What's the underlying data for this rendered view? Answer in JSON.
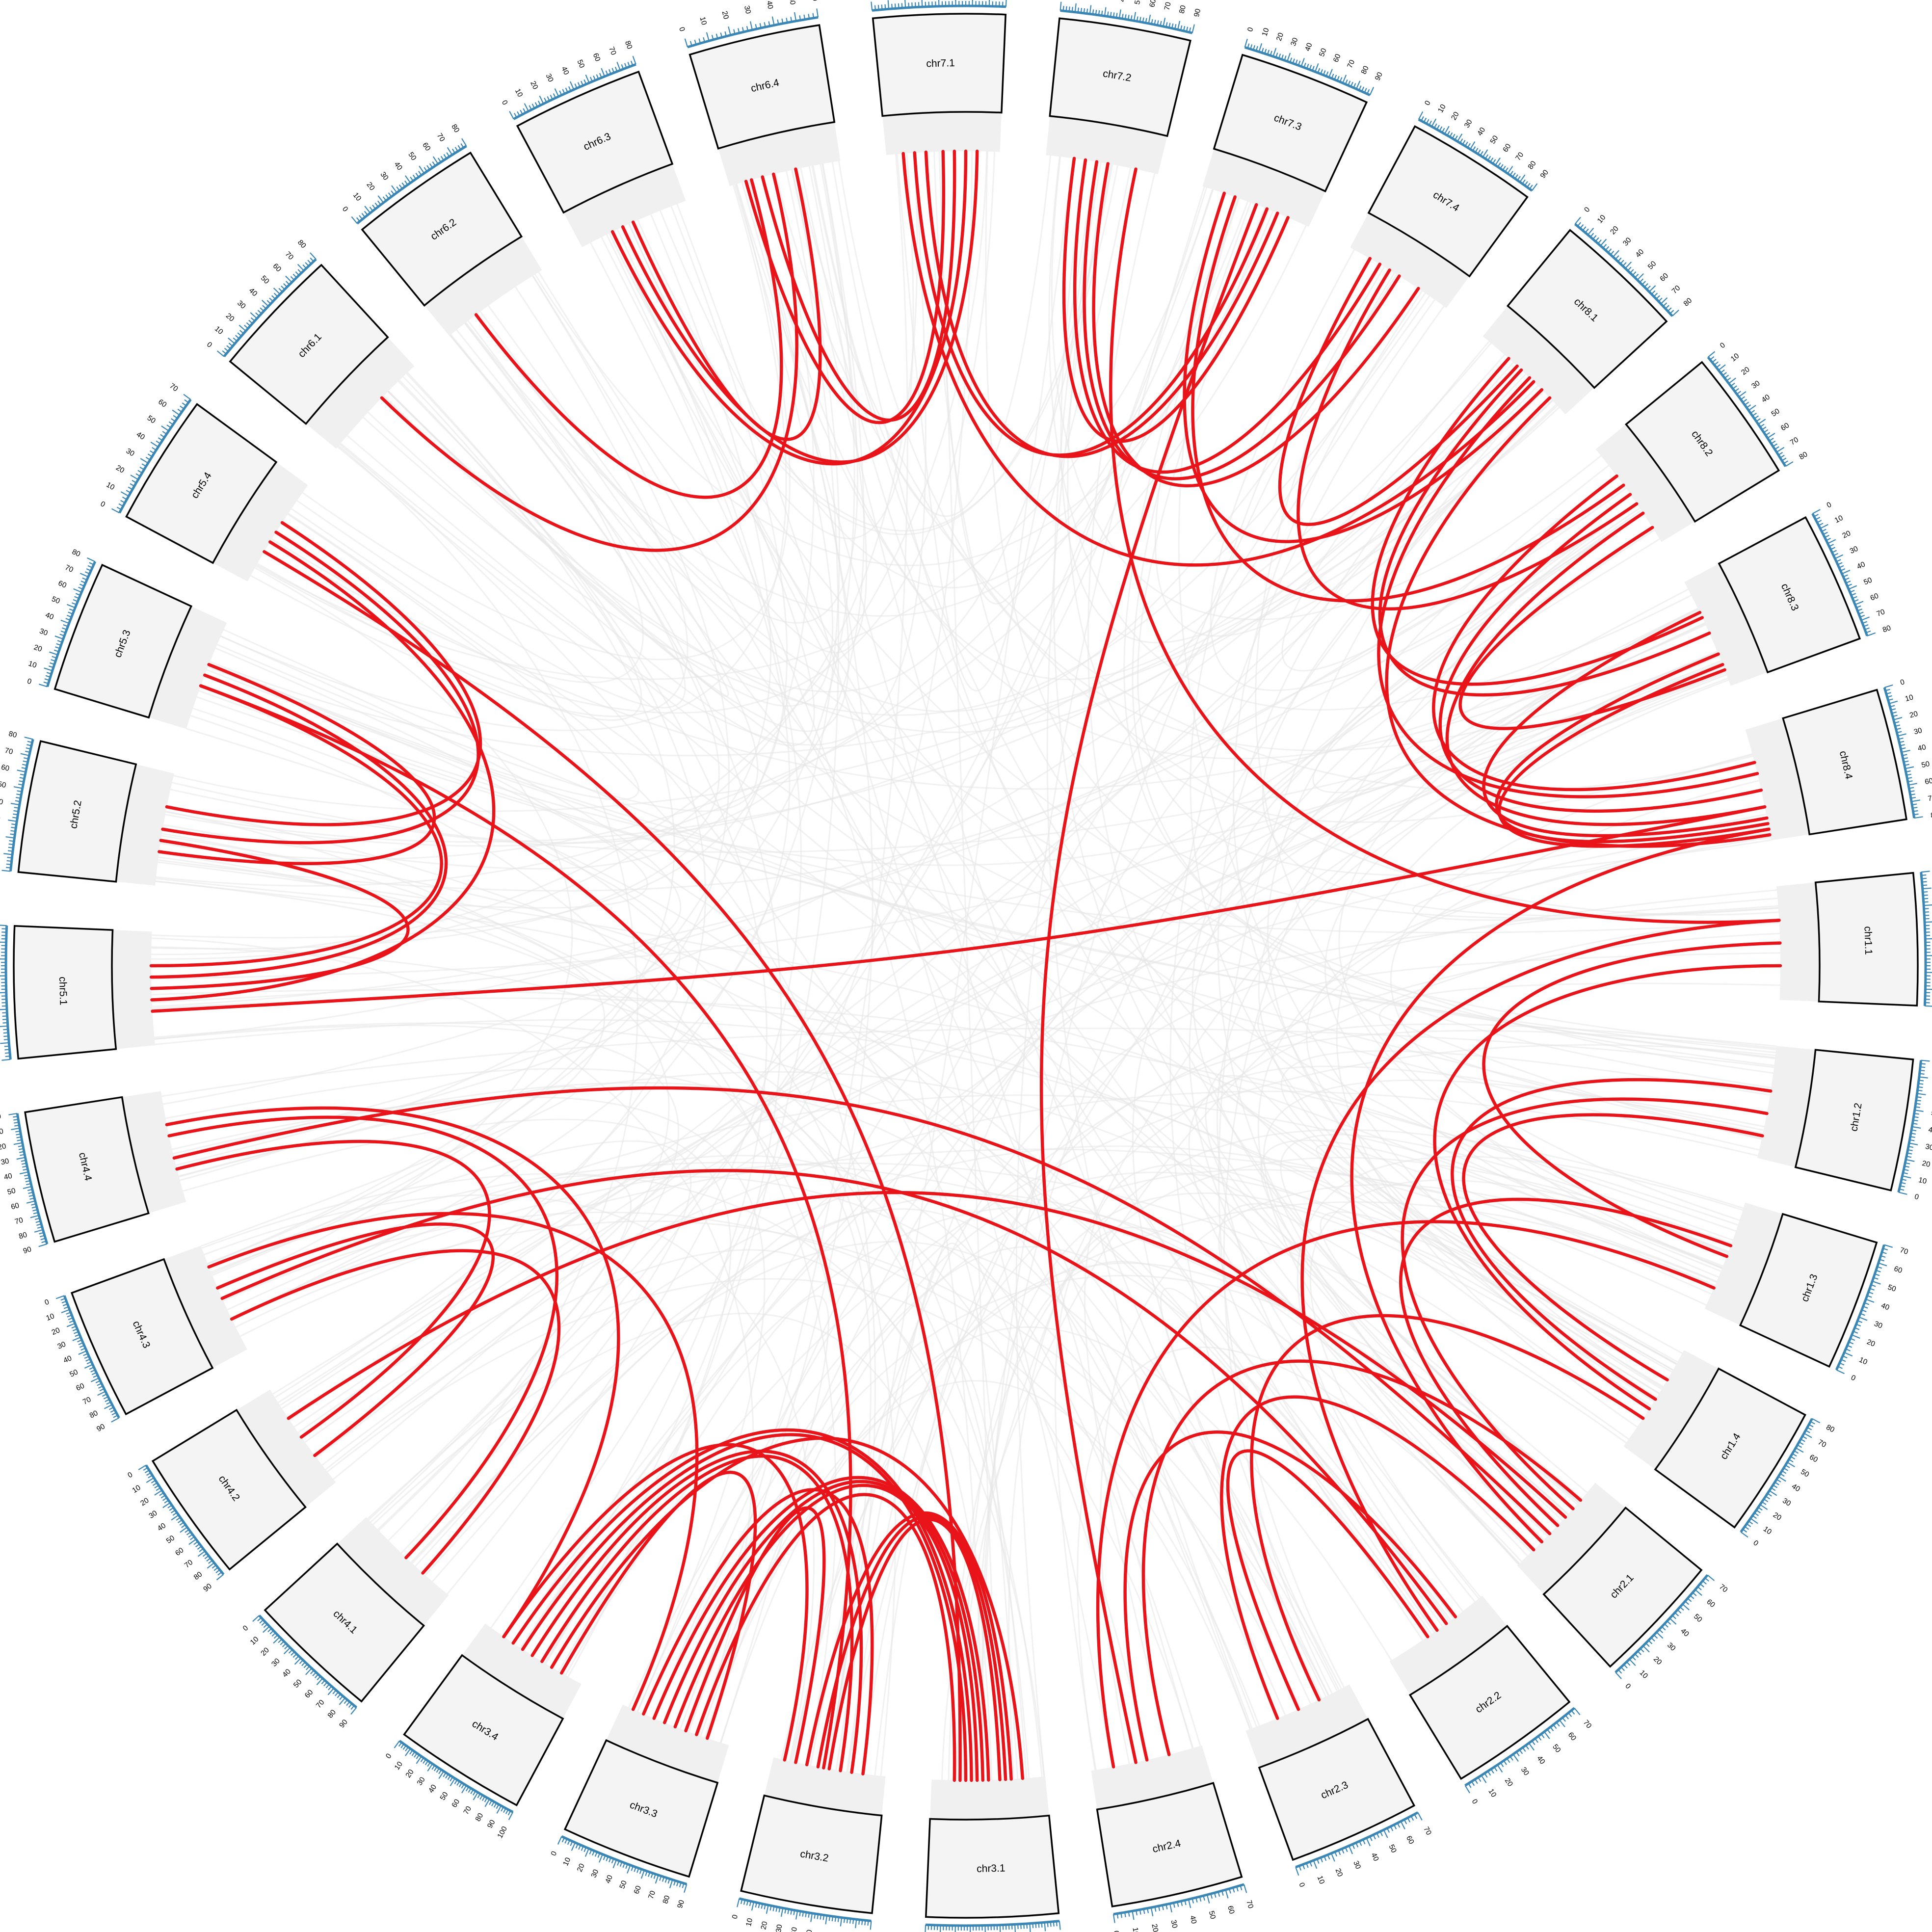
{
  "diagram": {
    "type": "circos",
    "colors": {
      "highlight_link": "#e8141a",
      "background_link": "#e6e6e6",
      "ideogram_fill": "#f4f4f4",
      "ideogram_border": "#000000",
      "axis": "#3a86b5",
      "band": "#f0f0f0"
    },
    "chromosomes": [
      {
        "name": "chr1.1",
        "length": 80
      },
      {
        "name": "chr1.2",
        "length": 80
      },
      {
        "name": "chr1.3",
        "length": 70
      },
      {
        "name": "chr1.4",
        "length": 80
      },
      {
        "name": "chr2.1",
        "length": 70
      },
      {
        "name": "chr2.2",
        "length": 70
      },
      {
        "name": "chr2.3",
        "length": 70
      },
      {
        "name": "chr2.4",
        "length": 70
      },
      {
        "name": "chr3.1",
        "length": 90
      },
      {
        "name": "chr3.2",
        "length": 90
      },
      {
        "name": "chr3.3",
        "length": 90
      },
      {
        "name": "chr3.4",
        "length": 100
      },
      {
        "name": "chr4.1",
        "length": 90
      },
      {
        "name": "chr4.2",
        "length": 90
      },
      {
        "name": "chr4.3",
        "length": 90
      },
      {
        "name": "chr4.4",
        "length": 90
      },
      {
        "name": "chr5.1",
        "length": 80
      },
      {
        "name": "chr5.2",
        "length": 80
      },
      {
        "name": "chr5.3",
        "length": 80
      },
      {
        "name": "chr5.4",
        "length": 70
      },
      {
        "name": "chr6.1",
        "length": 80
      },
      {
        "name": "chr6.2",
        "length": 80
      },
      {
        "name": "chr6.3",
        "length": 80
      },
      {
        "name": "chr6.4",
        "length": 60
      },
      {
        "name": "chr7.1",
        "length": 80
      },
      {
        "name": "chr7.2",
        "length": 90
      },
      {
        "name": "chr7.3",
        "length": 90
      },
      {
        "name": "chr7.4",
        "length": 90
      },
      {
        "name": "chr8.1",
        "length": 80
      },
      {
        "name": "chr8.2",
        "length": 80
      },
      {
        "name": "chr8.3",
        "length": 80
      },
      {
        "name": "chr8.4",
        "length": 80
      }
    ],
    "highlight_links": [
      [
        "chr6.4",
        0.15,
        "chr7.1",
        0.5
      ],
      [
        "chr6.4",
        0.3,
        "chr7.1",
        0.6
      ],
      [
        "chr6.3",
        0.3,
        "chr7.1",
        0.7
      ],
      [
        "chr6.3",
        0.4,
        "chr7.1",
        0.8
      ],
      [
        "chr6.2",
        0.3,
        "chr6.4",
        0.2
      ],
      [
        "chr6.1",
        0.6,
        "chr6.4",
        0.4
      ],
      [
        "chr6.3",
        0.5,
        "chr6.4",
        0.6
      ],
      [
        "chr7.1",
        0.25,
        "chr7.3",
        0.6
      ],
      [
        "chr7.1",
        0.35,
        "chr7.3",
        0.7
      ],
      [
        "chr7.2",
        0.25,
        "chr7.3",
        0.8
      ],
      [
        "chr7.2",
        0.35,
        "chr7.4",
        0.3
      ],
      [
        "chr7.2",
        0.45,
        "chr7.4",
        0.5
      ],
      [
        "chr7.2",
        0.55,
        "chr7.4",
        0.7
      ],
      [
        "chr7.1",
        0.15,
        "chr8.1",
        0.6
      ],
      [
        "chr7.3",
        0.2,
        "chr8.1",
        0.7
      ],
      [
        "chr7.3",
        0.3,
        "chr8.2",
        0.4
      ],
      [
        "chr7.4",
        0.2,
        "chr8.1",
        0.4
      ],
      [
        "chr7.4",
        0.4,
        "chr8.2",
        0.6
      ],
      [
        "chr7.2",
        0.8,
        "chr1.1",
        0.3
      ],
      [
        "chr8.1",
        0.3,
        "chr8.3",
        0.35
      ],
      [
        "chr8.1",
        0.45,
        "chr8.3",
        0.5
      ],
      [
        "chr8.1",
        0.55,
        "chr8.4",
        0.4
      ],
      [
        "chr8.2",
        0.3,
        "chr8.4",
        0.3
      ],
      [
        "chr8.2",
        0.5,
        "chr8.4",
        0.55
      ],
      [
        "chr8.2",
        0.7,
        "chr8.4",
        0.7
      ],
      [
        "chr8.3",
        0.3,
        "chr8.4",
        0.8
      ],
      [
        "chr8.3",
        0.7,
        "chr8.4",
        0.85
      ],
      [
        "chr8.3",
        0.8,
        "chr8.4",
        0.9
      ],
      [
        "chr8.1",
        0.8,
        "chr8.4",
        0.95
      ],
      [
        "chr8.2",
        0.85,
        "chr8.3",
        0.85
      ],
      [
        "chr5.1",
        0.3,
        "chr8.4",
        0.7
      ],
      [
        "chr7.3",
        0.5,
        "chr2.4",
        0.6
      ],
      [
        "chr8.4",
        0.9,
        "chr2.1",
        0.7
      ],
      [
        "chr1.1",
        0.5,
        "chr1.3",
        0.5
      ],
      [
        "chr1.1",
        0.7,
        "chr1.4",
        0.6
      ],
      [
        "chr1.2",
        0.4,
        "chr1.4",
        0.5
      ],
      [
        "chr1.2",
        0.6,
        "chr2.1",
        0.3
      ],
      [
        "chr1.3",
        0.4,
        "chr2.1",
        0.5
      ],
      [
        "chr1.2",
        0.8,
        "chr1.4",
        0.3
      ],
      [
        "chr1.1",
        0.3,
        "chr2.2",
        0.5
      ],
      [
        "chr2.1",
        0.2,
        "chr2.4",
        0.3
      ],
      [
        "chr2.2",
        0.3,
        "chr2.4",
        0.5
      ],
      [
        "chr2.2",
        0.6,
        "chr2.3",
        0.5
      ],
      [
        "chr1.4",
        0.7,
        "chr2.3",
        0.3
      ],
      [
        "chr1.3",
        0.8,
        "chr2.4",
        0.8
      ],
      [
        "chr2.1",
        0.8,
        "chr2.3",
        0.7
      ],
      [
        "chr3.1",
        0.3,
        "chr3.2",
        0.7
      ],
      [
        "chr3.1",
        0.35,
        "chr3.2",
        0.6
      ],
      [
        "chr3.1",
        0.4,
        "chr3.2",
        0.5
      ],
      [
        "chr3.1",
        0.5,
        "chr3.3",
        0.7
      ],
      [
        "chr3.1",
        0.55,
        "chr3.3",
        0.6
      ],
      [
        "chr3.1",
        0.6,
        "chr3.3",
        0.5
      ],
      [
        "chr3.1",
        0.65,
        "chr3.4",
        0.7
      ],
      [
        "chr3.1",
        0.7,
        "chr3.4",
        0.6
      ],
      [
        "chr3.2",
        0.3,
        "chr3.4",
        0.5
      ],
      [
        "chr3.2",
        0.4,
        "chr3.4",
        0.4
      ],
      [
        "chr3.2",
        0.8,
        "chr3.3",
        0.4
      ],
      [
        "chr3.1",
        0.8,
        "chr3.3",
        0.3
      ],
      [
        "chr3.1",
        0.2,
        "chr3.4",
        0.3
      ],
      [
        "chr3.2",
        0.2,
        "chr3.3",
        0.8
      ],
      [
        "chr3.2",
        0.9,
        "chr3.4",
        0.8
      ],
      [
        "chr3.3",
        0.2,
        "chr3.4",
        0.2
      ],
      [
        "chr3.1",
        0.75,
        "chr5.4",
        0.3
      ],
      [
        "chr3.2",
        0.55,
        "chr5.3",
        0.4
      ],
      [
        "chr4.4",
        0.3,
        "chr4.2",
        0.5
      ],
      [
        "chr4.4",
        0.6,
        "chr4.1",
        0.5
      ],
      [
        "chr4.3",
        0.3,
        "chr4.1",
        0.3
      ],
      [
        "chr4.3",
        0.6,
        "chr4.2",
        0.3
      ],
      [
        "chr4.4",
        0.7,
        "chr3.4",
        0.8
      ],
      [
        "chr4.3",
        0.8,
        "chr3.3",
        0.9
      ],
      [
        "chr4.4",
        0.4,
        "chr2.1",
        0.6
      ],
      [
        "chr4.3",
        0.5,
        "chr2.2",
        0.4
      ],
      [
        "chr4.2",
        0.7,
        "chr2.1",
        0.4
      ],
      [
        "chr5.4",
        0.4,
        "chr5.1",
        0.4
      ],
      [
        "chr5.4",
        0.5,
        "chr5.2",
        0.5
      ],
      [
        "chr5.3",
        0.5,
        "chr5.1",
        0.6
      ],
      [
        "chr5.3",
        0.6,
        "chr5.2",
        0.3
      ],
      [
        "chr5.3",
        0.4,
        "chr5.1",
        0.7
      ],
      [
        "chr5.4",
        0.6,
        "chr5.2",
        0.7
      ],
      [
        "chr5.2",
        0.4,
        "chr5.1",
        0.5
      ]
    ],
    "background_link_count": 260
  }
}
